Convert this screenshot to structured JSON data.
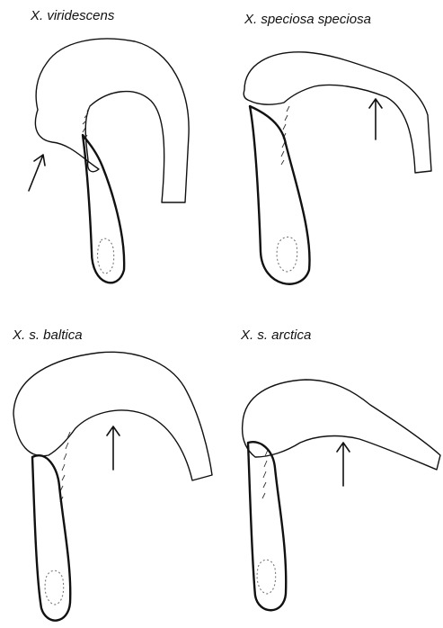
{
  "panels": [
    {
      "label": "X. viridescens"
    },
    {
      "label": "X. speciosa speciosa"
    },
    {
      "label": "X. s. baltica"
    },
    {
      "label": "X. s. arctica"
    }
  ]
}
